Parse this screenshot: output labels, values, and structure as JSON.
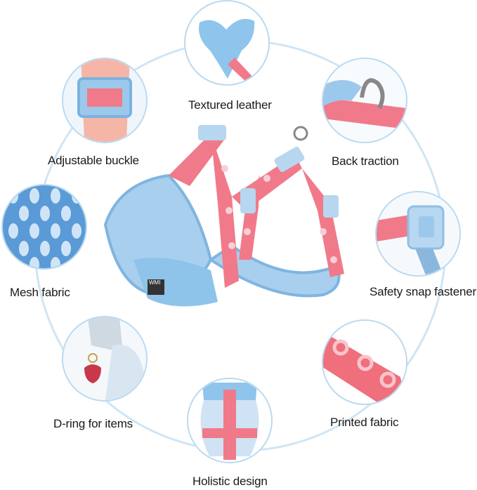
{
  "features": {
    "textured_leather": {
      "label": "Textured leather",
      "icon": "leather-patch-icon"
    },
    "adjustable_buckle": {
      "label": "Adjustable buckle",
      "icon": "buckle-icon"
    },
    "back_traction": {
      "label": "Back traction",
      "icon": "d-ring-icon"
    },
    "mesh_fabric": {
      "label": "Mesh fabric",
      "icon": "mesh-icon"
    },
    "safety_snap_fastener": {
      "label": "Safety snap fastener",
      "icon": "snap-fastener-icon"
    },
    "d_ring_for_items": {
      "label": "D-ring for items",
      "icon": "charm-ring-icon"
    },
    "printed_fabric": {
      "label": "Printed fabric",
      "icon": "printed-strap-icon"
    },
    "holistic_design": {
      "label": "Holistic design",
      "icon": "harness-icon"
    }
  },
  "product": {
    "brand_tag": "WMI"
  },
  "colors": {
    "ring": "#b9d9f0",
    "pink": "#f07a8a",
    "blue": "#8ec3ea",
    "mesh": "#a9cfee"
  }
}
